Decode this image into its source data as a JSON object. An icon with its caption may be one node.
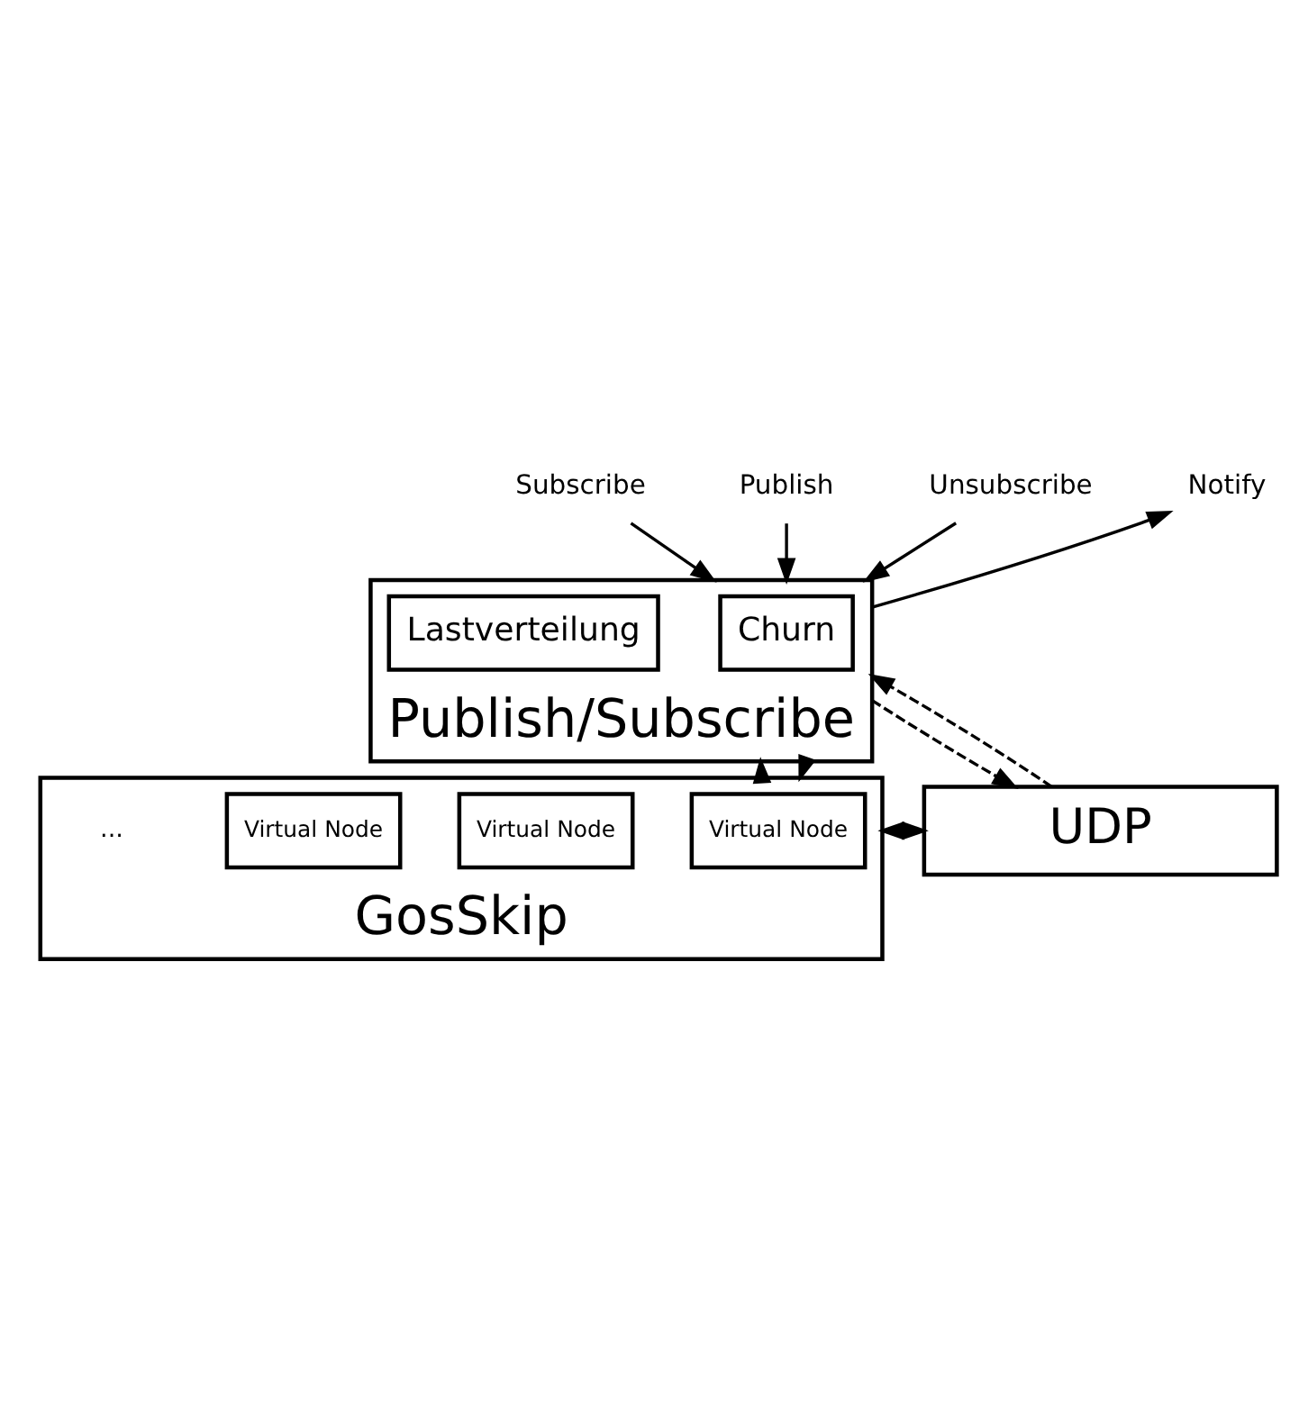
{
  "diagram": {
    "nodes": [
      {
        "text": [
          "Subscribe"
        ]
      },
      {
        "text": [
          "Publish"
        ]
      },
      {
        "text": [
          "Unsubscribe"
        ]
      },
      {
        "text": [
          "Notify"
        ]
      },
      {
        "text": [
          "Publish/Subscribe"
        ]
      },
      {
        "text": [
          "Churn"
        ],
        "in": 4
      },
      {
        "text": [
          "Lastverteilung"
        ],
        "in": 4
      },
      {
        "text": [
          "GosSkip"
        ]
      },
      {
        "text": [
          "Virtual Node"
        ],
        "in": 7
      },
      {
        "text": [
          "Virtual Node"
        ],
        "in": 7
      },
      {
        "text": [
          "Virtual Node"
        ],
        "in": 7
      },
      {
        "text": [
          "UDP"
        ]
      }
    ],
    "edges": [
      {
        "from": 0,
        "to": 4,
        "arrow": "to"
      },
      {
        "from": 1,
        "to": 4,
        "arrow": "to"
      },
      {
        "from": 2,
        "to": 4,
        "arrow": "to"
      },
      {
        "from": 4,
        "to": 3,
        "arrow": "to"
      },
      {
        "from": 4,
        "to": 11,
        "arrow": "to",
        "style": "dashed"
      },
      {
        "from": 11,
        "to": 4,
        "arrow": "to",
        "style": "dashed"
      },
      {
        "from": 4,
        "to": 7,
        "arrow": "to"
      },
      {
        "from": 7,
        "to": 4,
        "arrow": "to"
      },
      {
        "from": 7,
        "to": 11,
        "arrow": "to"
      },
      {
        "from": 11,
        "to": 7,
        "arrow": "to"
      }
    ],
    "labels": [
      "..."
    ]
  }
}
